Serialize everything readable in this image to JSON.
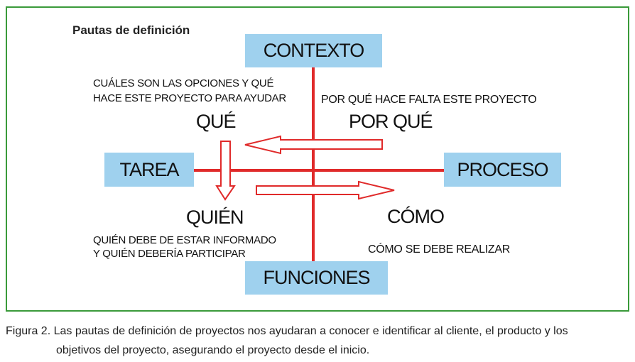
{
  "title": "Pautas de definición",
  "boxes": {
    "top": "CONTEXTO",
    "left": "TAREA",
    "right": "PROCESO",
    "bottom": "FUNCIONES"
  },
  "quadrants": {
    "que": {
      "label": "QUÉ",
      "desc1": "CUÁLES SON LAS OPCIONES Y QUÉ",
      "desc2": "HACE ESTE PROYECTO PARA AYUDAR"
    },
    "porque": {
      "label": "POR QUÉ",
      "desc": "POR QUÉ HACE FALTA ESTE PROYECTO"
    },
    "quien": {
      "label": "QUIÉN",
      "desc1": "QUIÉN DEBE DE ESTAR INFORMADO",
      "desc2": "Y QUIÉN DEBERÍA PARTICIPAR"
    },
    "como": {
      "label": "CÓMO",
      "desc": "CÓMO SE DEBE REALIZAR"
    }
  },
  "caption": {
    "line1": "Figura 2. Las pautas de definición de proyectos nos ayudaran a conocer e identificar al cliente, el producto y los",
    "line2": "objetivos del proyecto, asegurando el proyecto desde el inicio."
  },
  "colors": {
    "line": "#e02a2a",
    "box": "#9fd1ee",
    "border": "#3a9a3a"
  }
}
